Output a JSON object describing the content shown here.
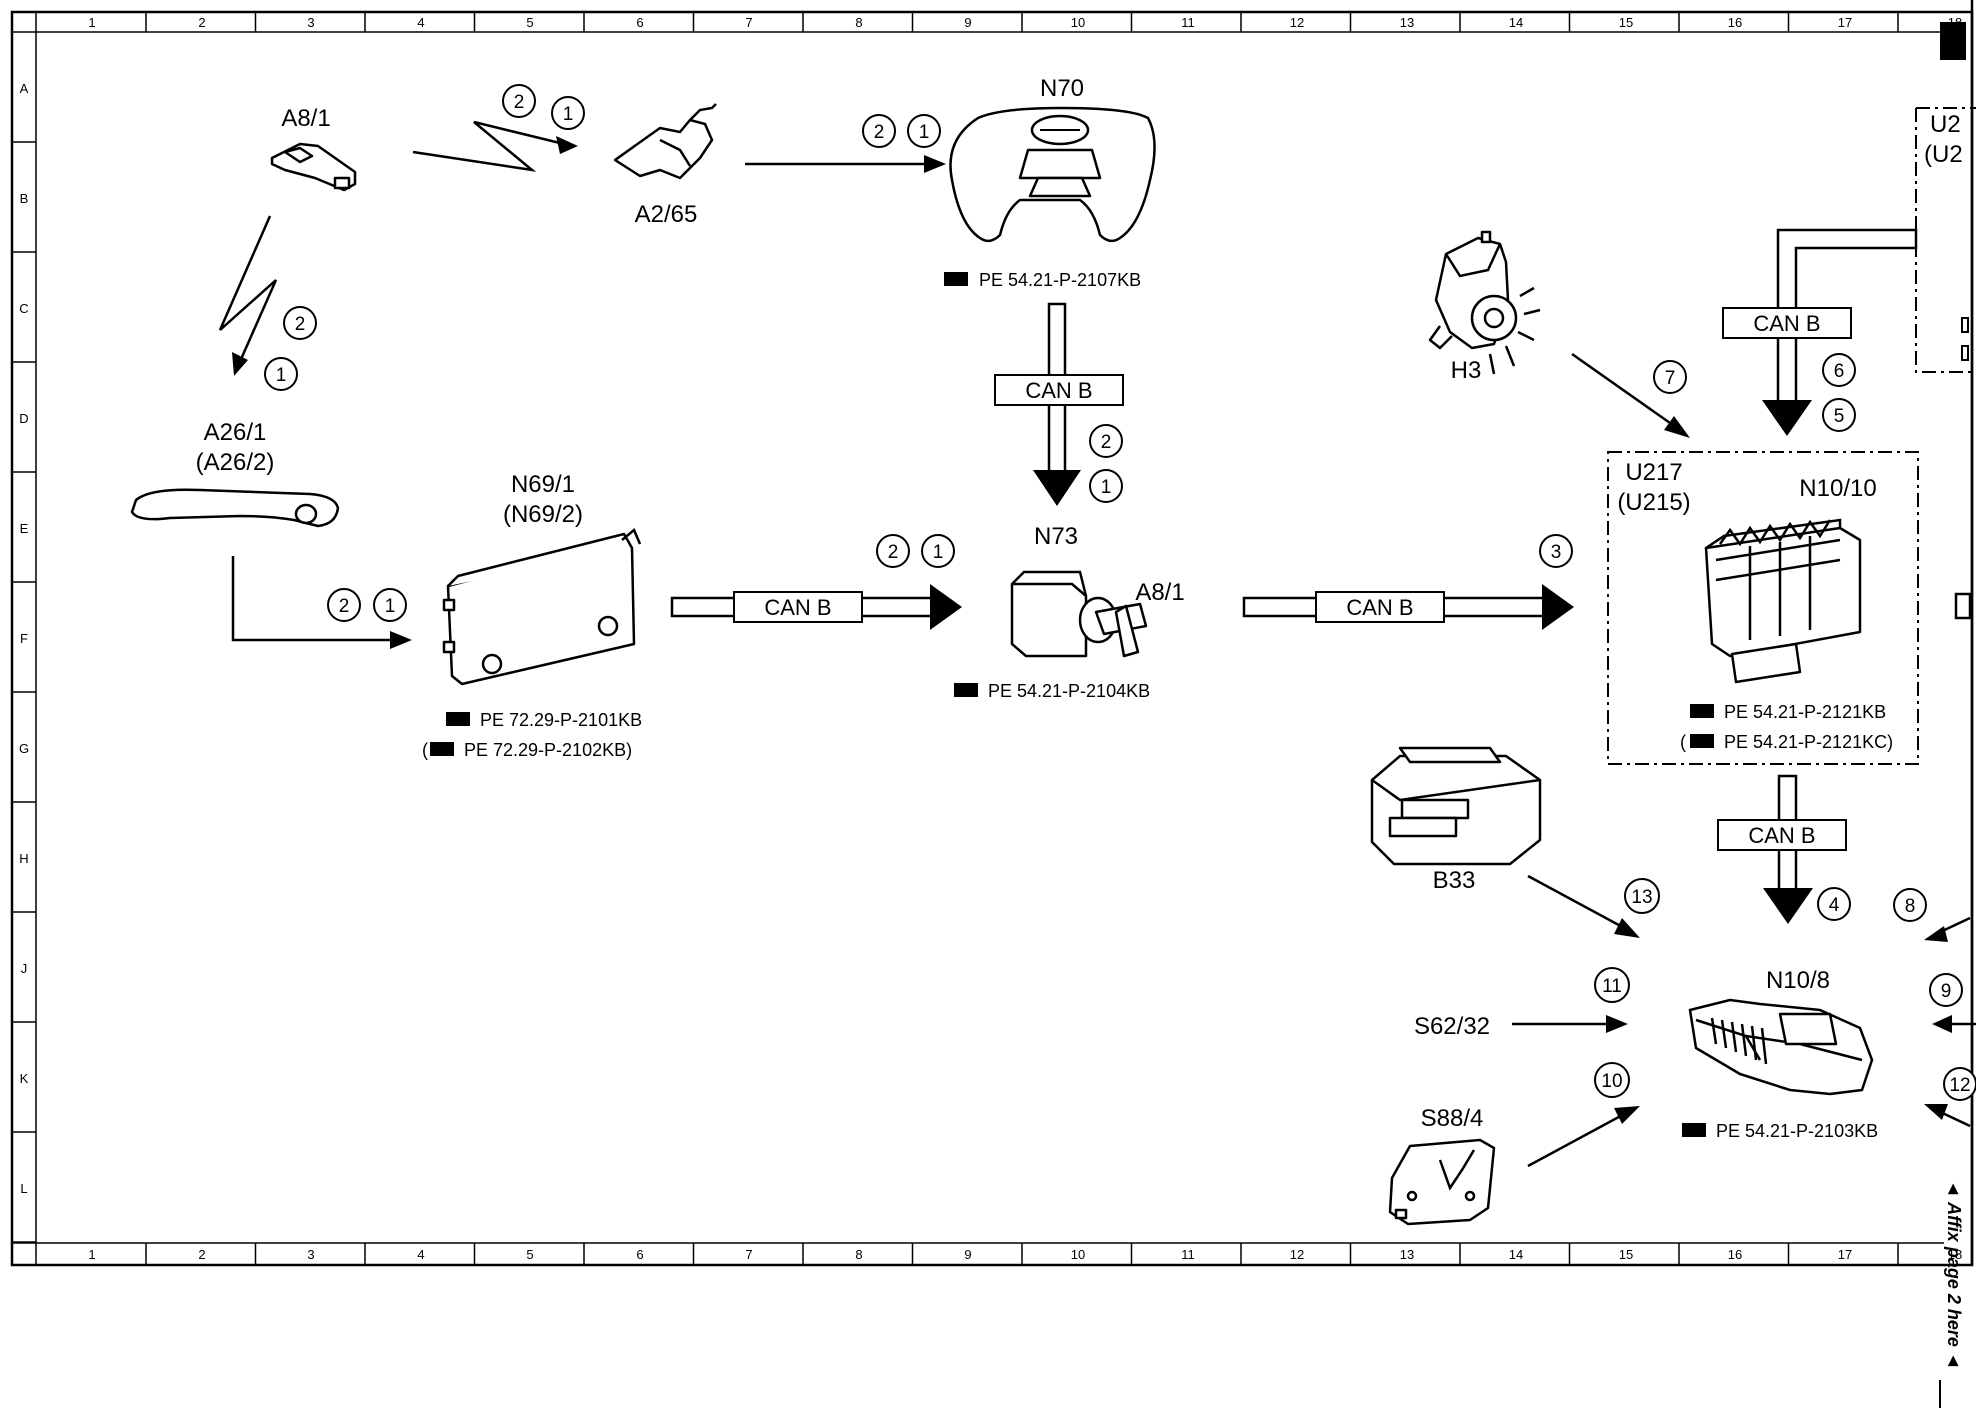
{
  "grid": {
    "columns": [
      "1",
      "2",
      "3",
      "4",
      "5",
      "6",
      "7",
      "8",
      "9",
      "10",
      "11",
      "12",
      "13",
      "14",
      "15",
      "16",
      "17",
      "18"
    ],
    "rows": [
      "A",
      "B",
      "C",
      "D",
      "E",
      "F",
      "G",
      "H",
      "J",
      "K",
      "L"
    ]
  },
  "components": {
    "a8_1_key": "A8/1",
    "a2_65": "A2/65",
    "n70": "N70",
    "n70_ref": "PE 54.21-P-2107KB",
    "a26_1": "A26/1",
    "a26_2": "(A26/2)",
    "n69_1": "N69/1",
    "n69_2": "(N69/2)",
    "n69_ref1": "PE 72.29-P-2101KB",
    "n69_ref2_prefix": "(",
    "n69_ref2": "PE 72.29-P-2102KB)",
    "n73": "N73",
    "a8_1_switch": "A8/1",
    "n73_ref": "PE 54.21-P-2104KB",
    "h3": "H3",
    "u217": "U217",
    "u215": "(U215)",
    "n10_10": "N10/10",
    "n10_10_ref1": "PE 54.21-P-2121KB",
    "n10_10_ref2_prefix": "(",
    "n10_10_ref2": "PE 54.21-P-2121KC)",
    "b33": "B33",
    "s62_32": "S62/32",
    "s88_4": "S88/4",
    "n10_8": "N10/8",
    "n10_8_ref": "PE 54.21-P-2103KB",
    "u2_cut1": "U2",
    "u2_cut2": "(U2"
  },
  "buses": {
    "can_label": "CAN B"
  },
  "callouts": {
    "c1": "1",
    "c2": "2",
    "c3": "3",
    "c4": "4",
    "c5": "5",
    "c6": "6",
    "c7": "7",
    "c8": "8",
    "c9": "9",
    "c10": "10",
    "c11": "11",
    "c12": "12",
    "c13": "13"
  },
  "margin_note": "◄ Affix page 2 here ◄"
}
